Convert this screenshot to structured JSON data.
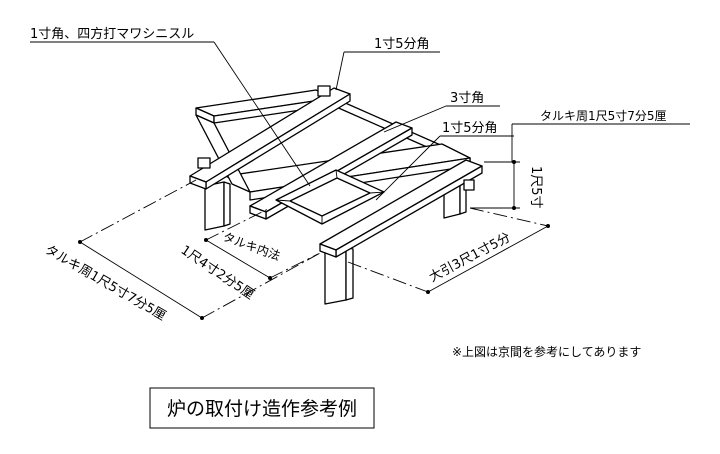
{
  "labels": {
    "top_left": "1寸角、四方打マワシニスル",
    "top_timber": "1寸5分角",
    "center_timber": "3寸角",
    "inner_timber": "1寸5分角",
    "right_outer": "タルキ周1尺5寸7分5厘",
    "right_height": "1尺5寸",
    "right_length": "大引3尺1寸5分",
    "inner_width_top": "タルキ内法",
    "inner_width_bottom": "1尺4寸2分5厘",
    "left_outer": "タルキ周1尺5寸7分5厘"
  },
  "note": "※上図は京間を参考にしてあります",
  "title": "炉の取付け造作参考例"
}
